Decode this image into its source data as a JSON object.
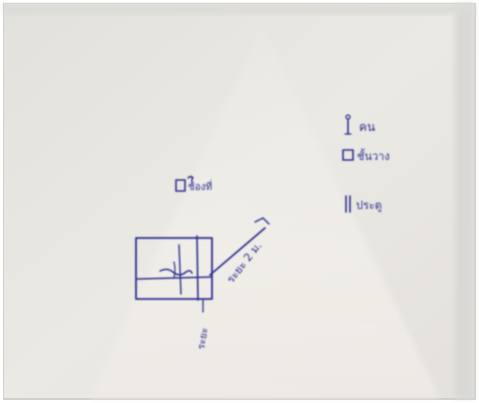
{
  "sketch": {
    "legend": [
      {
        "symbol": "person-icon",
        "text": "คน"
      },
      {
        "symbol": "square-icon",
        "text": "ชั้นวาง"
      },
      {
        "symbol": "door-icon",
        "text": "ประตู"
      }
    ],
    "box_label": "ช่องที่",
    "diagonal_label": "ระยะ 2 ม.",
    "bottom_label": "ระยะ",
    "ink_color": "#2c2f8f",
    "paper_color": "#eae8e3"
  }
}
